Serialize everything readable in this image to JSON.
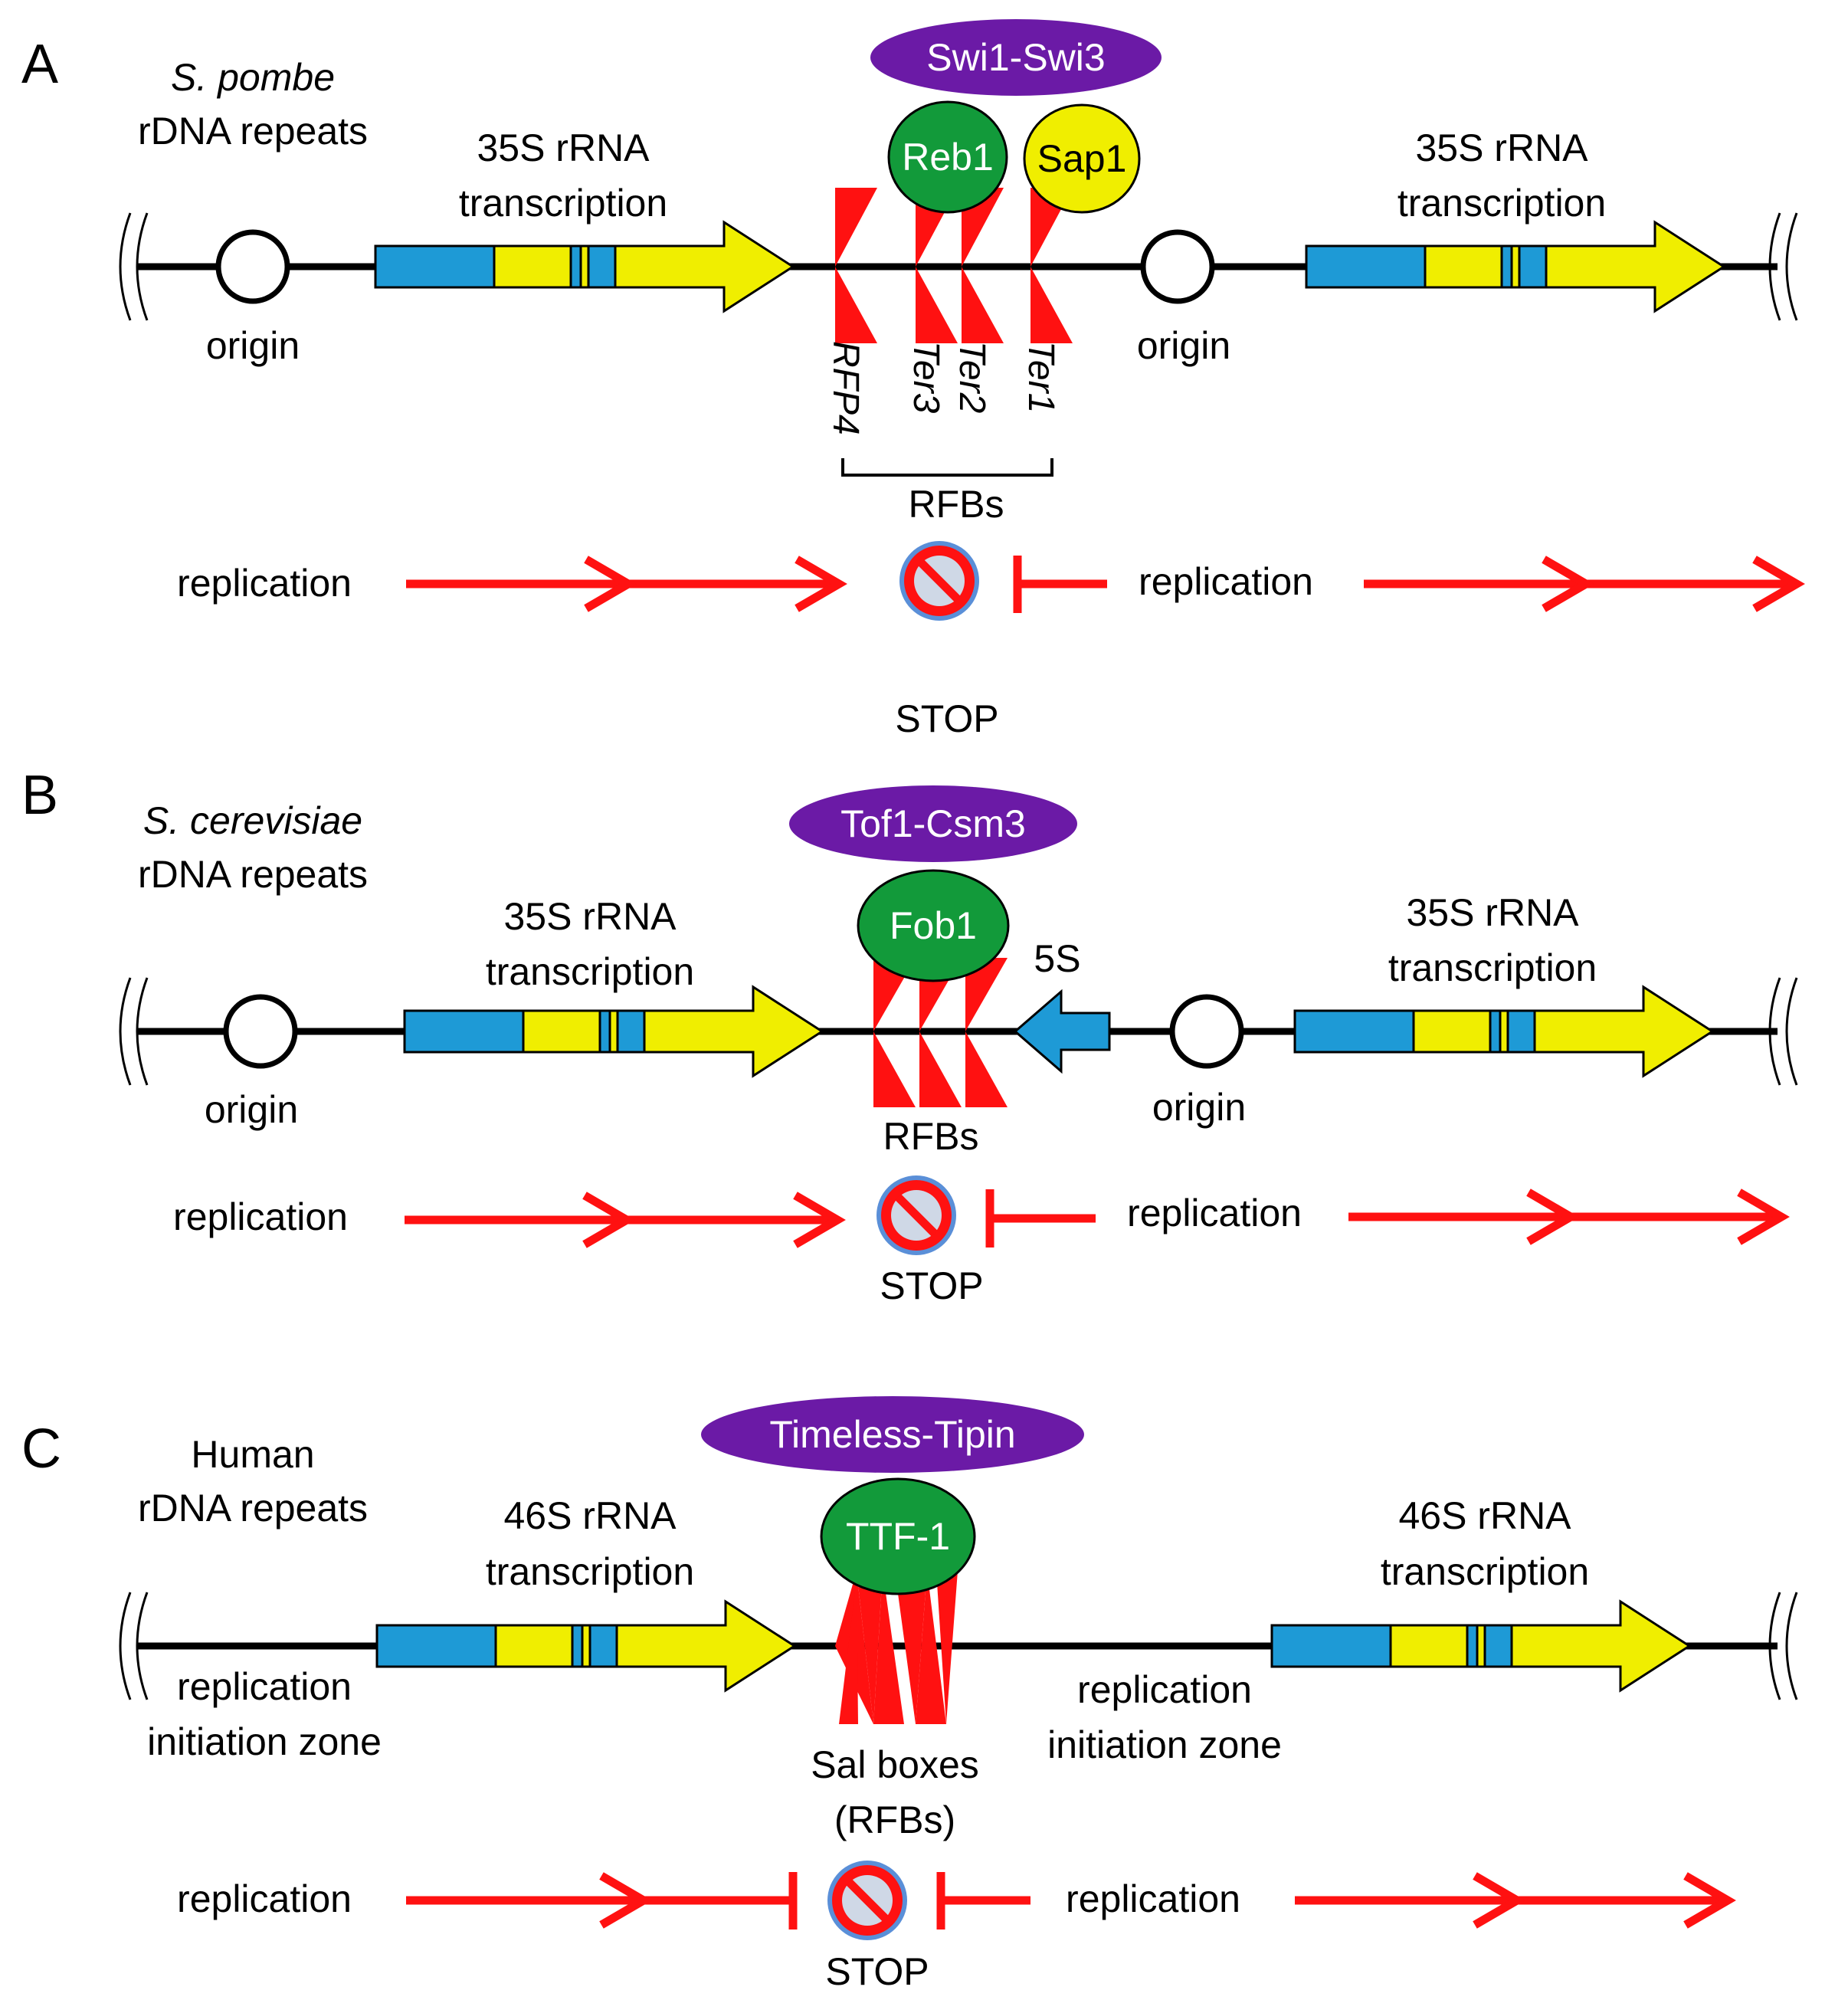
{
  "colors": {
    "dna": "#000000",
    "blue": "#1e9ad6",
    "yellow": "#f0ee00",
    "red": "#ff1111",
    "green": "#129a3a",
    "purple": "#6b1aa6",
    "stop_ring": "#5a8fd8"
  },
  "panels": {
    "A": {
      "letter": "A",
      "species": "S. pombe",
      "repeats": "rDNA repeats",
      "left_transcription_1": "35S rRNA",
      "left_transcription_2": "transcription",
      "right_transcription_1": "35S rRNA",
      "right_transcription_2": "transcription",
      "origin_left": "origin",
      "origin_right": "origin",
      "complex": "Swi1-Swi3",
      "protein_1": "Reb1",
      "protein_2": "Sap1",
      "sites": [
        "RFP4",
        "Ter3",
        "Ter2",
        "Ter1"
      ],
      "rfbs": "RFBs",
      "replication_left": "replication",
      "replication_right": "replication",
      "stop": "STOP"
    },
    "B": {
      "letter": "B",
      "species": "S. cerevisiae",
      "repeats": "rDNA repeats",
      "left_transcription_1": "35S rRNA",
      "left_transcription_2": "transcription",
      "right_transcription_1": "35S rRNA",
      "right_transcription_2": "transcription",
      "origin_left": "origin",
      "origin_right": "origin",
      "complex": "Tof1-Csm3",
      "protein_1": "Fob1",
      "five_s": "5S",
      "rfbs": "RFBs",
      "replication_left": "replication",
      "replication_right": "replication",
      "stop": "STOP"
    },
    "C": {
      "letter": "C",
      "species": "Human",
      "repeats": "rDNA repeats",
      "left_transcription_1": "46S rRNA",
      "left_transcription_2": "transcription",
      "right_transcription_1": "46S rRNA",
      "right_transcription_2": "transcription",
      "zone_left_1": "replication",
      "zone_left_2": "initiation zone",
      "zone_right_1": "replication",
      "zone_right_2": "initiation zone",
      "complex": "Timeless-Tipin",
      "protein_1": "TTF-1",
      "sal_1": "Sal boxes",
      "sal_2": "(RFBs)",
      "replication_left": "replication",
      "replication_right": "replication",
      "stop": "STOP"
    }
  }
}
